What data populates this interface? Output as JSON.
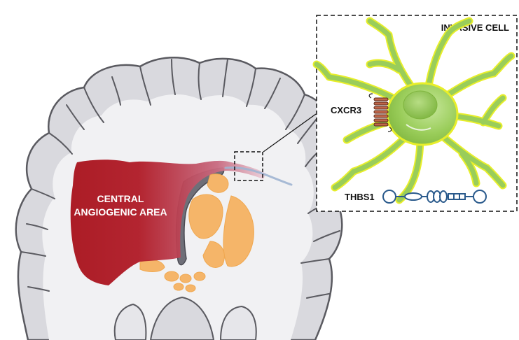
{
  "labels": {
    "central_area_line1": "CENTRAL",
    "central_area_line2": "ANGIOGENIC AREA",
    "invasive_cell": "INVASIVE CELL",
    "receptor": "CXCR3",
    "protein": "THBS1"
  },
  "colors": {
    "tumor_core": "#a8111b",
    "tumor_fade": "#e6c4d2",
    "brain_outline": "#5a5a60",
    "gray_matter": "#d9d9de",
    "white_matter": "#f1f1f3",
    "deep_nuclei": "#f5b569",
    "cell_body": "#9acd5a",
    "cell_outline": "#e8ee2a",
    "receptor": "#c0664a",
    "protein_outline": "#2a5a8c"
  },
  "icons": {
    "inset_border": "dashed-box",
    "zoom_region": "dashed-box",
    "connector": "leader-line"
  }
}
